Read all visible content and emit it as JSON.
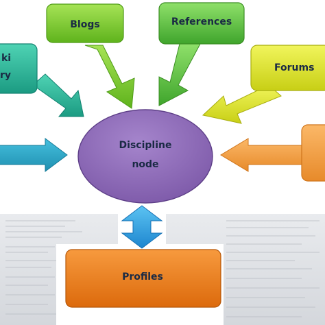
{
  "diagram": {
    "center": {
      "line1": "Discipline",
      "line2": "node",
      "color": "#8e6ab6"
    },
    "nodes": {
      "blogs": {
        "label": "Blogs",
        "color": "#8cd63c"
      },
      "references": {
        "label": "References",
        "color": "#6ed44a"
      },
      "wiki": {
        "label1": "ki",
        "label2": "ry",
        "color": "#33c1a0"
      },
      "forums": {
        "label": "Forums",
        "color": "#e6ec34"
      },
      "right_partial": {
        "label": "",
        "color": "#f6a04a"
      },
      "left_partial": {
        "label": "",
        "color": "#2aa9c8"
      },
      "profiles": {
        "label": "Profiles",
        "color": "#f07e18"
      }
    },
    "double_arrow_color": "#35a8e6"
  }
}
